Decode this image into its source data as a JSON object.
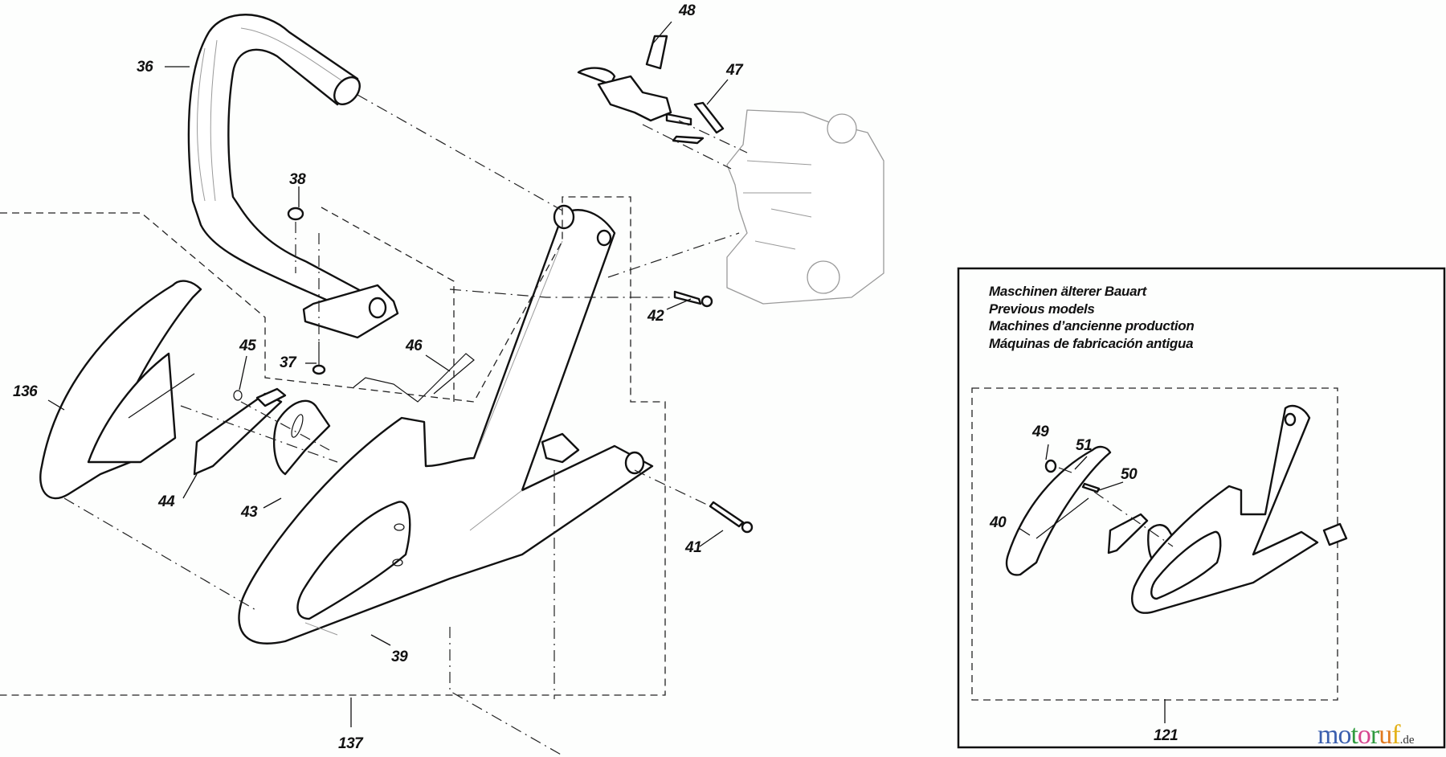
{
  "diagram": {
    "type": "exploded-parts-diagram",
    "part_labels": {
      "p36": "36",
      "p38": "38",
      "p48": "48",
      "p47": "47",
      "p42": "42",
      "p37": "37",
      "p46": "46",
      "p45": "45",
      "p136": "136",
      "p44": "44",
      "p43": "43",
      "p41": "41",
      "p39": "39",
      "p137": "137"
    },
    "inset": {
      "lines": [
        "Maschinen älterer Bauart",
        "Previous models",
        "Machines d’ancienne production",
        "Máquinas de fabricación antigua"
      ],
      "part_labels": {
        "p49": "49",
        "p51": "51",
        "p50": "50",
        "p40": "40",
        "p121": "121"
      }
    }
  },
  "watermark": {
    "letters": [
      "m",
      "o",
      "t",
      "o",
      "r",
      "u",
      "f"
    ],
    "colors": [
      "#3b5fae",
      "#3b5fae",
      "#2f9a3e",
      "#d6458f",
      "#2f9a3e",
      "#e07a1f",
      "#e3b21a"
    ],
    "suffix": ".de"
  },
  "colors": {
    "line": "#111111",
    "faint": "#9a9a9a",
    "background": "#fdfefd"
  }
}
